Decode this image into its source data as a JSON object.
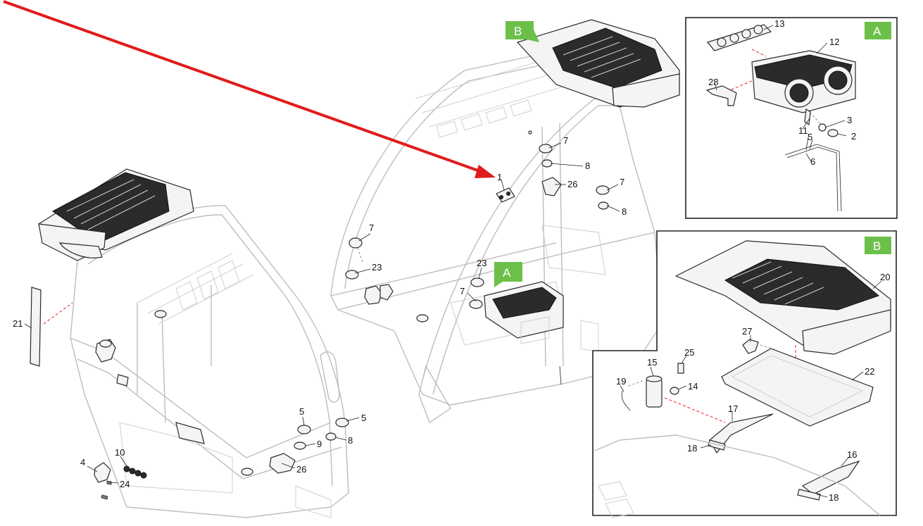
{
  "callouts": {
    "n1": "1",
    "n2": "2",
    "n3": "3",
    "n4": "4",
    "n5": "5",
    "n6": "6",
    "n7": "7",
    "n8": "8",
    "n9": "9",
    "n10": "10",
    "n11": "11",
    "n12": "12",
    "n13": "13",
    "n14": "14",
    "n15": "15",
    "n16": "16",
    "n17": "17",
    "n18": "18",
    "n19": "19",
    "n20": "20",
    "n21": "21",
    "n22": "22",
    "n23": "23",
    "n24": "24",
    "n25": "25",
    "n26": "26",
    "n27": "27",
    "n28": "28"
  },
  "badges": {
    "a": "A",
    "b": "B"
  },
  "colors": {
    "badge_green": "#6cc04a",
    "arrow_red": "#e11b1b",
    "ghost_gray": "#bdbdbd"
  },
  "icons": [
    "pointer-arrow",
    "air-conditioning-unit",
    "evaporator-unit",
    "air-vent-nozzle"
  ]
}
